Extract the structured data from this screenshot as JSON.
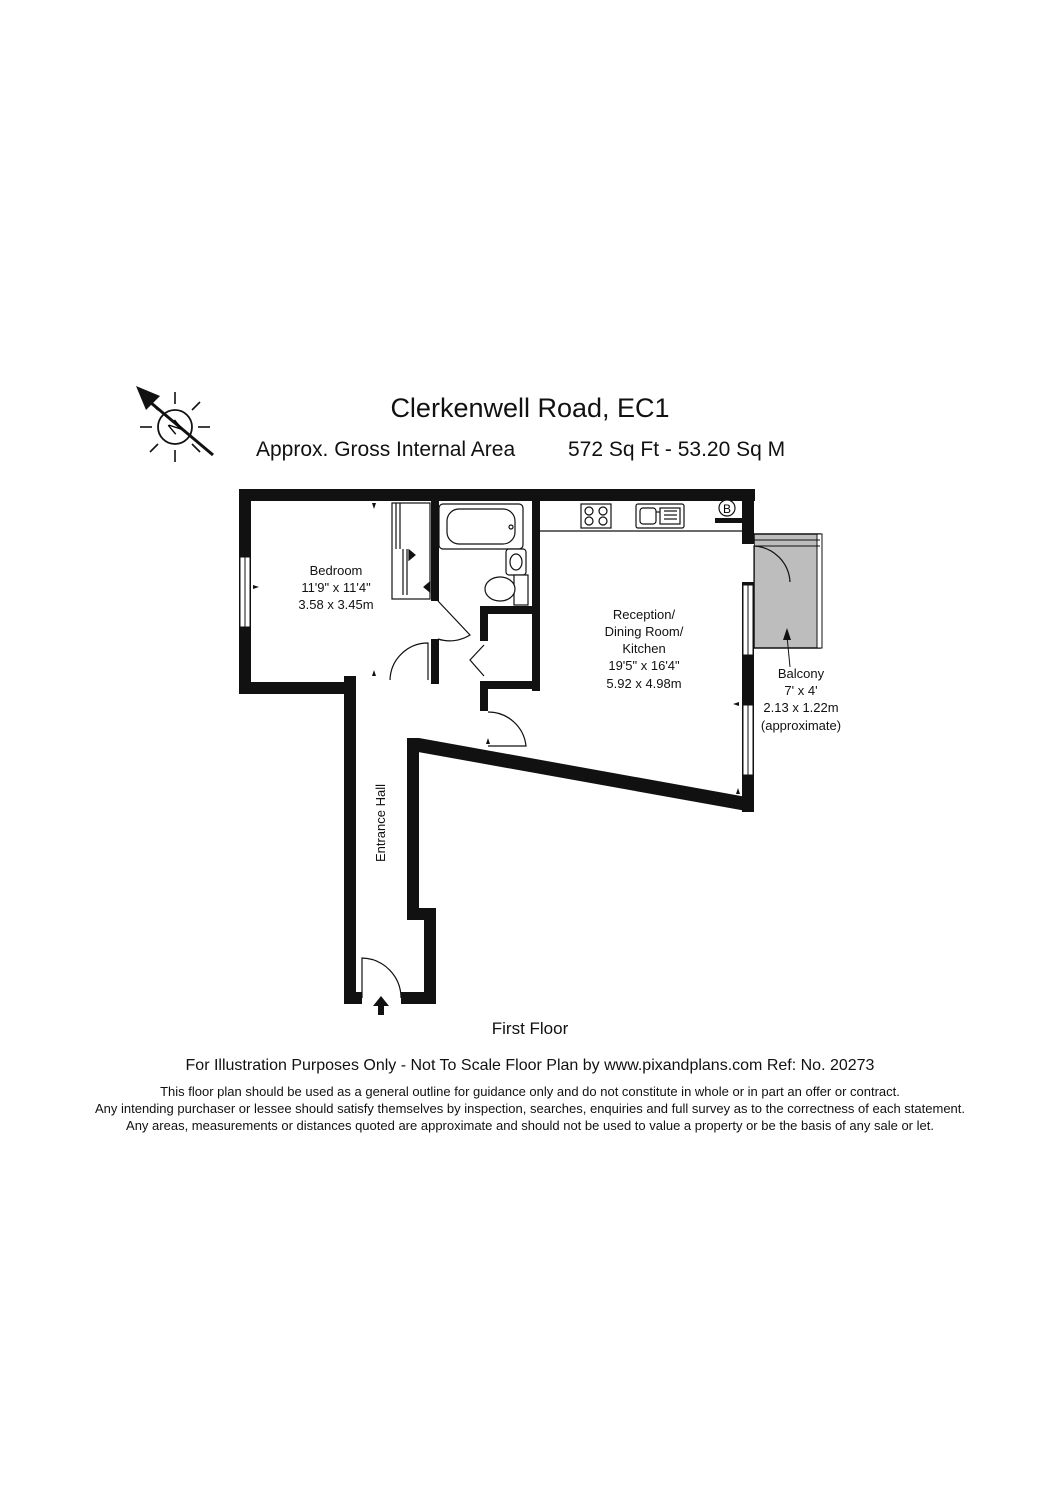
{
  "header": {
    "title": "Clerkenwell Road, EC1",
    "area_label": "Approx. Gross Internal Area",
    "area_value": "572 Sq Ft  -  53.20 Sq M"
  },
  "rooms": {
    "bedroom": {
      "name": "Bedroom",
      "imperial": "11'9\" x 11'4\"",
      "metric": "3.58 x 3.45m"
    },
    "reception": {
      "name_1": "Reception/",
      "name_2": "Dining Room/",
      "name_3": "Kitchen",
      "imperial": "19'5\" x 16'4\"",
      "metric": "5.92 x 4.98m"
    },
    "balcony": {
      "name": "Balcony",
      "imperial": "7' x 4'",
      "metric": "2.13 x 1.22m",
      "note": "(approximate)"
    },
    "hall": {
      "name": "Entrance Hall"
    },
    "boiler": {
      "symbol": "B"
    }
  },
  "compass": {
    "letter": "N"
  },
  "floor_label": "First Floor",
  "footer": {
    "main": "For Illustration Purposes Only - Not To Scale   Floor Plan by www.pixandplans.com   Ref: No. 20273",
    "disclaimer_1": "This floor plan should be used as a general outline for guidance only and do not constitute in whole or in part an offer or contract.",
    "disclaimer_2": "Any intending purchaser or lessee should satisfy themselves by inspection, searches, enquiries and full survey as to the correctness of each statement.",
    "disclaimer_3": "Any areas, measurements or distances quoted are approximate and should not be used to value a property or be the basis of any sale or let."
  },
  "colors": {
    "wall": "#111111",
    "balcony_fill": "#bdbdbd"
  }
}
